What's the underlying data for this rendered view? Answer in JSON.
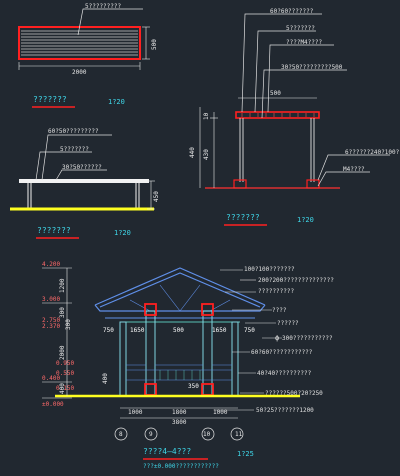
{
  "colors": {
    "background": "#212830",
    "line": "#d8d8d8",
    "dim": "#e8e8e8",
    "leader": "#e0e0e0",
    "red": "#ff2020",
    "yellow": "#ffff20",
    "cyan": "#7fd4e0",
    "blue": "#5f8fe8",
    "teal": "#58c0b4"
  },
  "plan": {
    "note": "5?????????",
    "width_dim": "2000",
    "depth_dim": "500",
    "title": "???????",
    "scale": "1?20"
  },
  "bench": {
    "note1": "60?50?????????",
    "note2": "5???????",
    "note3": "30?50??????",
    "height_dim": "450",
    "title": "???????",
    "scale": "1?20"
  },
  "section": {
    "note1": "60?60???????",
    "note2": "5???????",
    "note3": "????M4????",
    "note4": "30?50?????????500",
    "top_dim": "500",
    "dim_10": "10",
    "dim_430": "430",
    "dim_440": "440",
    "note5": "6??????240?100?",
    "note6": "M4????",
    "title": "???????",
    "scale": "1?20"
  },
  "elevation": {
    "levels": [
      "4.200",
      "3.000",
      "2.750",
      "2.370",
      "0.950",
      "0.550",
      "0.400",
      "0.150",
      "±0.000"
    ],
    "vdims": [
      "1200",
      "300",
      "300",
      "2000",
      "400",
      "400"
    ],
    "hdims_mid": [
      "750",
      "1650",
      "500",
      "1650",
      "750"
    ],
    "center_dim": "350",
    "bottom_dims": [
      "1000",
      "1800",
      "1000"
    ],
    "total_dim": "3800",
    "axes": [
      "8",
      "9",
      "10",
      "11"
    ],
    "notes": [
      "100?100???????",
      "200?200??????????????",
      "??????????",
      "????",
      "??????",
      "300???????????",
      "60?60????????????",
      "40?40??????????",
      "??????500?20?250",
      "50?25???????1200"
    ],
    "phi": "ϕ",
    "title": "????4—4???",
    "subtitle": "???±0.000????????????",
    "scale": "1?25"
  }
}
